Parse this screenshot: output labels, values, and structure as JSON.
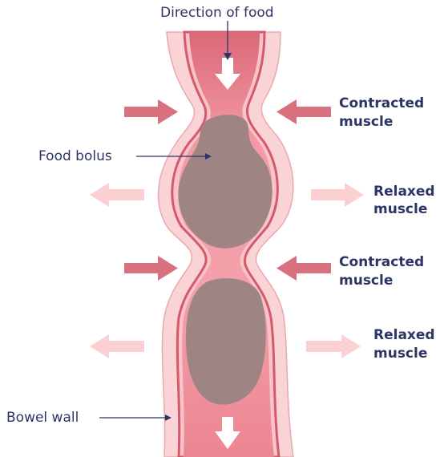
{
  "labels": {
    "direction": "Direction of food",
    "bolus": "Food bolus",
    "bowel_wall": "Bowel wall",
    "contracted_top": [
      "Contracted",
      "muscle"
    ],
    "relaxed_top": [
      "Relaxed",
      "muscle"
    ],
    "contracted_bottom": [
      "Contracted",
      "muscle"
    ],
    "relaxed_bottom": [
      "Relaxed",
      "muscle"
    ]
  },
  "colors": {
    "outer_wall": "#fad3d6",
    "outer_stroke": "#e79aa3",
    "inner_lumen": "#ec8c97",
    "lumen_stroke": "#c64b5c",
    "bolus": "#9e8483",
    "contracted_arrow": "#d9707d",
    "relaxed_arrow": "#fbd0d3",
    "flow_arrow": "#ffffff",
    "text": "#2d3566",
    "pointer_line": "#2d3566"
  },
  "icons": [
    "contracted-arrow",
    "relaxed-arrow",
    "flow-arrow"
  ]
}
